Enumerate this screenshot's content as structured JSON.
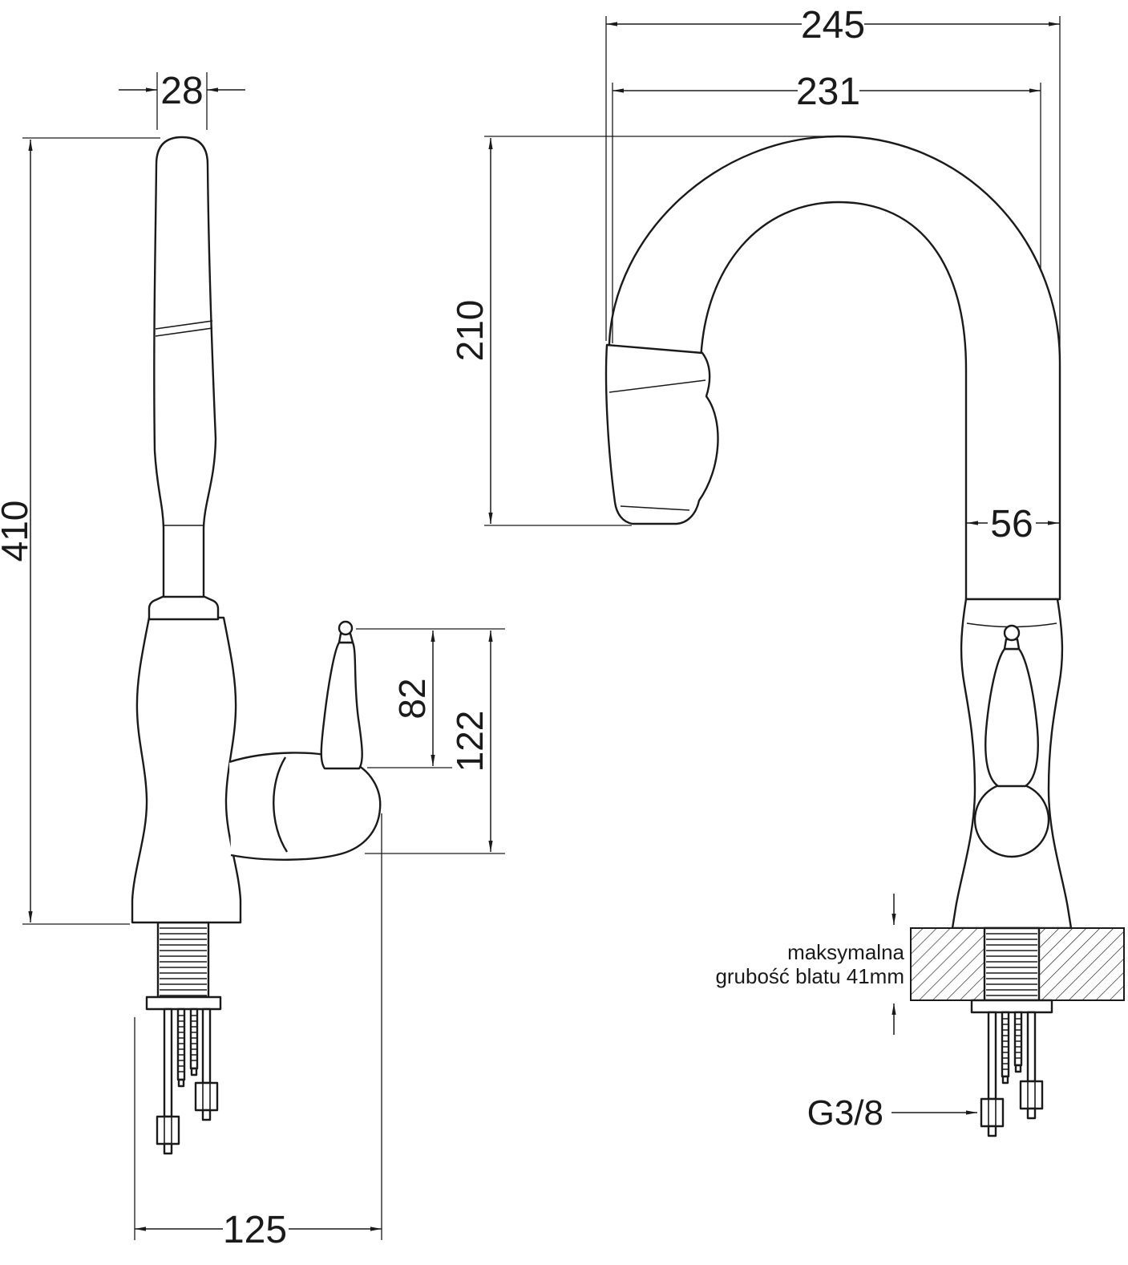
{
  "diagram": {
    "colors": {
      "line": "#1a1a1a",
      "background": "#ffffff"
    },
    "left_view": {
      "dim_spout_width": "28",
      "dim_total_height": "410",
      "dim_handle_top_to_pivot": "82",
      "dim_handle_total": "122",
      "dim_base_depth": "125"
    },
    "right_view": {
      "dim_total_reach": "245",
      "dim_spout_reach": "231",
      "dim_spout_height": "210",
      "dim_tube_width": "56",
      "note_line1": "maksymalna",
      "note_line2": "grubość blatu 41mm",
      "thread_label": "G3/8"
    }
  }
}
